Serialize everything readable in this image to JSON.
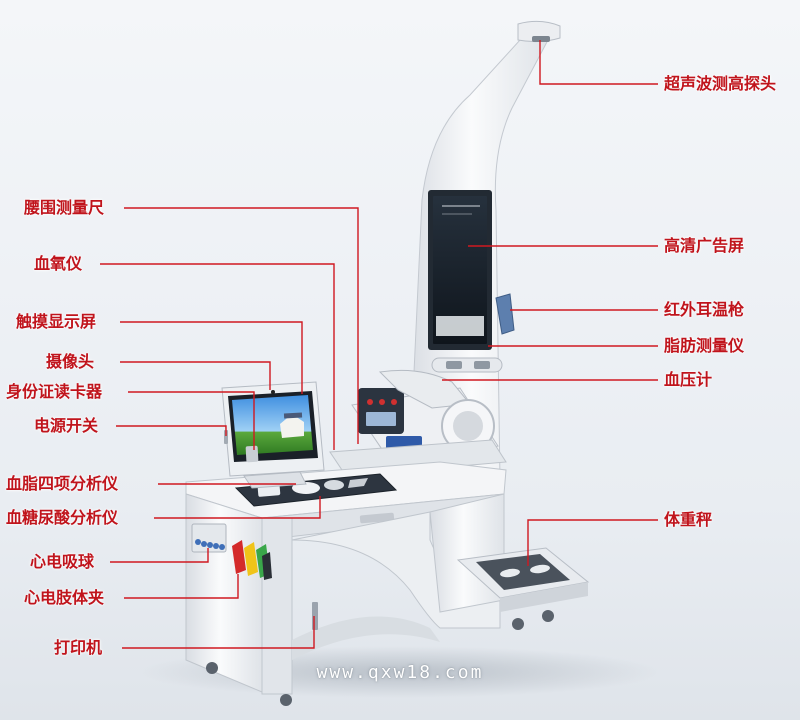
{
  "labels": {
    "ultrasonic_height_probe": "超声波测高探头",
    "waist_measure_ruler": "腰围测量尺",
    "hd_ad_screen": "高清广告屏",
    "blood_oxygen_meter": "血氧仪",
    "infrared_ear_thermometer": "红外耳温枪",
    "touch_screen": "触摸显示屏",
    "body_fat_meter": "脂肪测量仪",
    "camera": "摄像头",
    "id_card_reader": "身份证读卡器",
    "blood_pressure_meter": "血压计",
    "power_switch": "电源开关",
    "blood_lipid_analyzer": "血脂四项分析仪",
    "glucose_uric_acid_analyzer": "血糖尿酸分析仪",
    "weight_scale": "体重秤",
    "ecg_suction_ball": "心电吸球",
    "ecg_limb_clip": "心电肢体夹",
    "printer": "打印机"
  },
  "watermark": "www.qxw18.com",
  "colors": {
    "label": "#c0141c",
    "leader_line": "#d01820",
    "device_body": "#f2f3f5",
    "screen_dark": "#1d2530"
  }
}
